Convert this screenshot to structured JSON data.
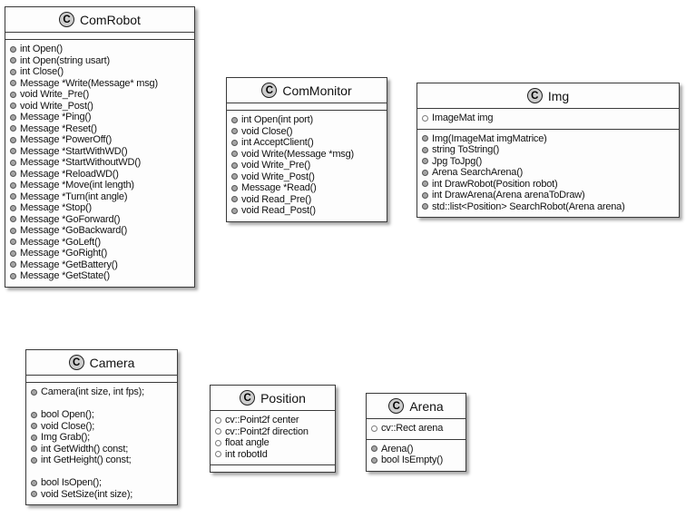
{
  "diagram": {
    "type": "uml-class-diagram",
    "colors": {
      "background": "#ffffff",
      "box_fill": "#fdfdfd",
      "border": "#3a3a3a",
      "class_icon_fill": "#cdcdcd",
      "method_dot_fill": "#a5a5a5",
      "field_dot_fill": "#fdfdfd",
      "shadow": "#a9a9a9",
      "text": "#121212"
    },
    "classes": [
      {
        "name": "ComRobot",
        "icon_letter": "C",
        "fields": [],
        "methods": [
          "int Open()",
          "int Open(string usart)",
          "int Close()",
          "Message *Write(Message* msg)",
          "void Write_Pre()",
          "void Write_Post()",
          "Message *Ping()",
          "Message *Reset()",
          "Message *PowerOff()",
          "Message *StartWithWD()",
          "Message *StartWithoutWD()",
          "Message *ReloadWD()",
          "Message *Move(int length)",
          "Message *Turn(int angle)",
          "Message *Stop()",
          "Message *GoForward()",
          "Message *GoBackward()",
          "Message *GoLeft()",
          "Message *GoRight()",
          "Message *GetBattery()",
          "Message *GetState()"
        ]
      },
      {
        "name": "ComMonitor",
        "icon_letter": "C",
        "fields": [],
        "methods": [
          "int Open(int port)",
          "void Close()",
          "int AcceptClient()",
          "void Write(Message *msg)",
          "void Write_Pre()",
          "void Write_Post()",
          "Message *Read()",
          "void Read_Pre()",
          "void Read_Post()"
        ]
      },
      {
        "name": "Img",
        "icon_letter": "C",
        "fields": [
          "ImageMat img"
        ],
        "methods": [
          "Img(ImageMat imgMatrice)",
          "string ToString()",
          "Jpg ToJpg()",
          "Arena SearchArena()",
          "int DrawRobot(Position robot)",
          "int DrawArena(Arena arenaToDraw)",
          "std::list<Position> SearchRobot(Arena arena)"
        ]
      },
      {
        "name": "Camera",
        "icon_letter": "C",
        "fields": [],
        "methods": [
          "Camera(int size, int fps);",
          "",
          "bool Open();",
          "void Close();",
          "Img Grab();",
          "int GetWidth() const;",
          "int GetHeight() const;",
          "",
          "bool IsOpen();",
          "void SetSize(int size);"
        ]
      },
      {
        "name": "Position",
        "icon_letter": "C",
        "fields": [
          "cv::Point2f center",
          "cv::Point2f direction",
          "float angle",
          "int robotId"
        ],
        "methods": []
      },
      {
        "name": "Arena",
        "icon_letter": "C",
        "fields": [
          "cv::Rect arena"
        ],
        "methods": [
          "Arena()",
          "bool IsEmpty()"
        ]
      }
    ]
  }
}
